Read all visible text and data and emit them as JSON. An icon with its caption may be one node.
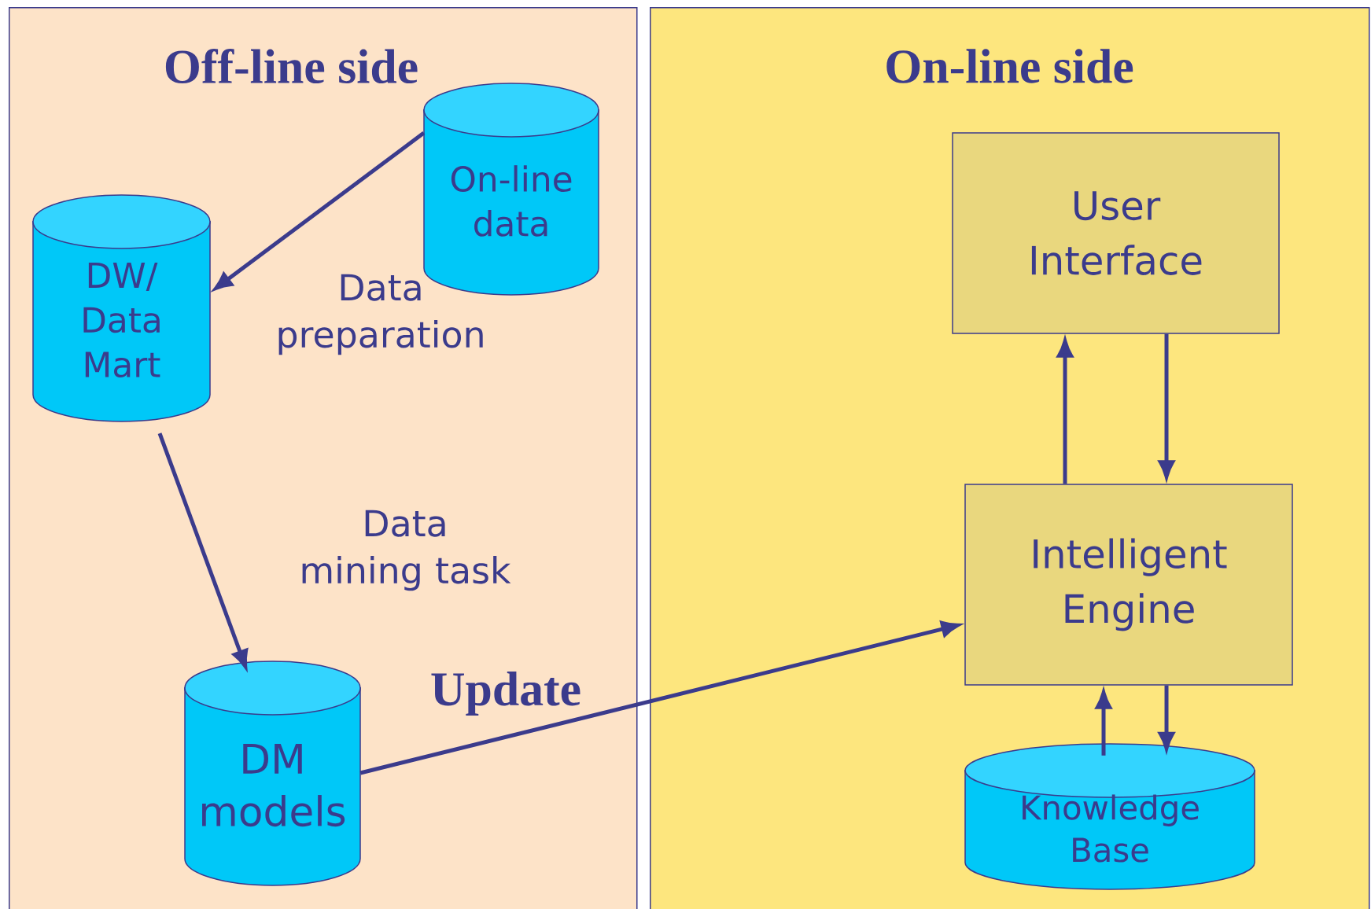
{
  "diagram": {
    "nodes": [
      {
        "text": [
          "Off-line side"
        ]
      },
      {
        "text": [
          "On-line side"
        ]
      },
      {
        "text": [
          "On-line data"
        ],
        "in": 0
      },
      {
        "text": [
          "DW/ Data Mart"
        ],
        "in": 0
      },
      {
        "text": [
          "DM models"
        ],
        "in": 0
      },
      {
        "text": [
          "User Interface"
        ],
        "in": 1
      },
      {
        "text": [
          "Intelligent Engine"
        ],
        "in": 1
      },
      {
        "text": [
          "Knowledge Base"
        ],
        "in": 1
      }
    ],
    "edges": [
      {
        "from": 2,
        "to": 3,
        "arrow": "to",
        "label": "Data preparation"
      },
      {
        "from": 3,
        "to": 4,
        "arrow": "to",
        "label": "Data mining task"
      },
      {
        "from": 4,
        "to": 6,
        "arrow": "to",
        "label": "Update"
      },
      {
        "from": 6,
        "to": 5,
        "arrow": "to"
      },
      {
        "from": 5,
        "to": 6,
        "arrow": "to"
      },
      {
        "from": 7,
        "to": 6,
        "arrow": "to"
      },
      {
        "from": 6,
        "to": 7,
        "arrow": "to"
      }
    ]
  }
}
